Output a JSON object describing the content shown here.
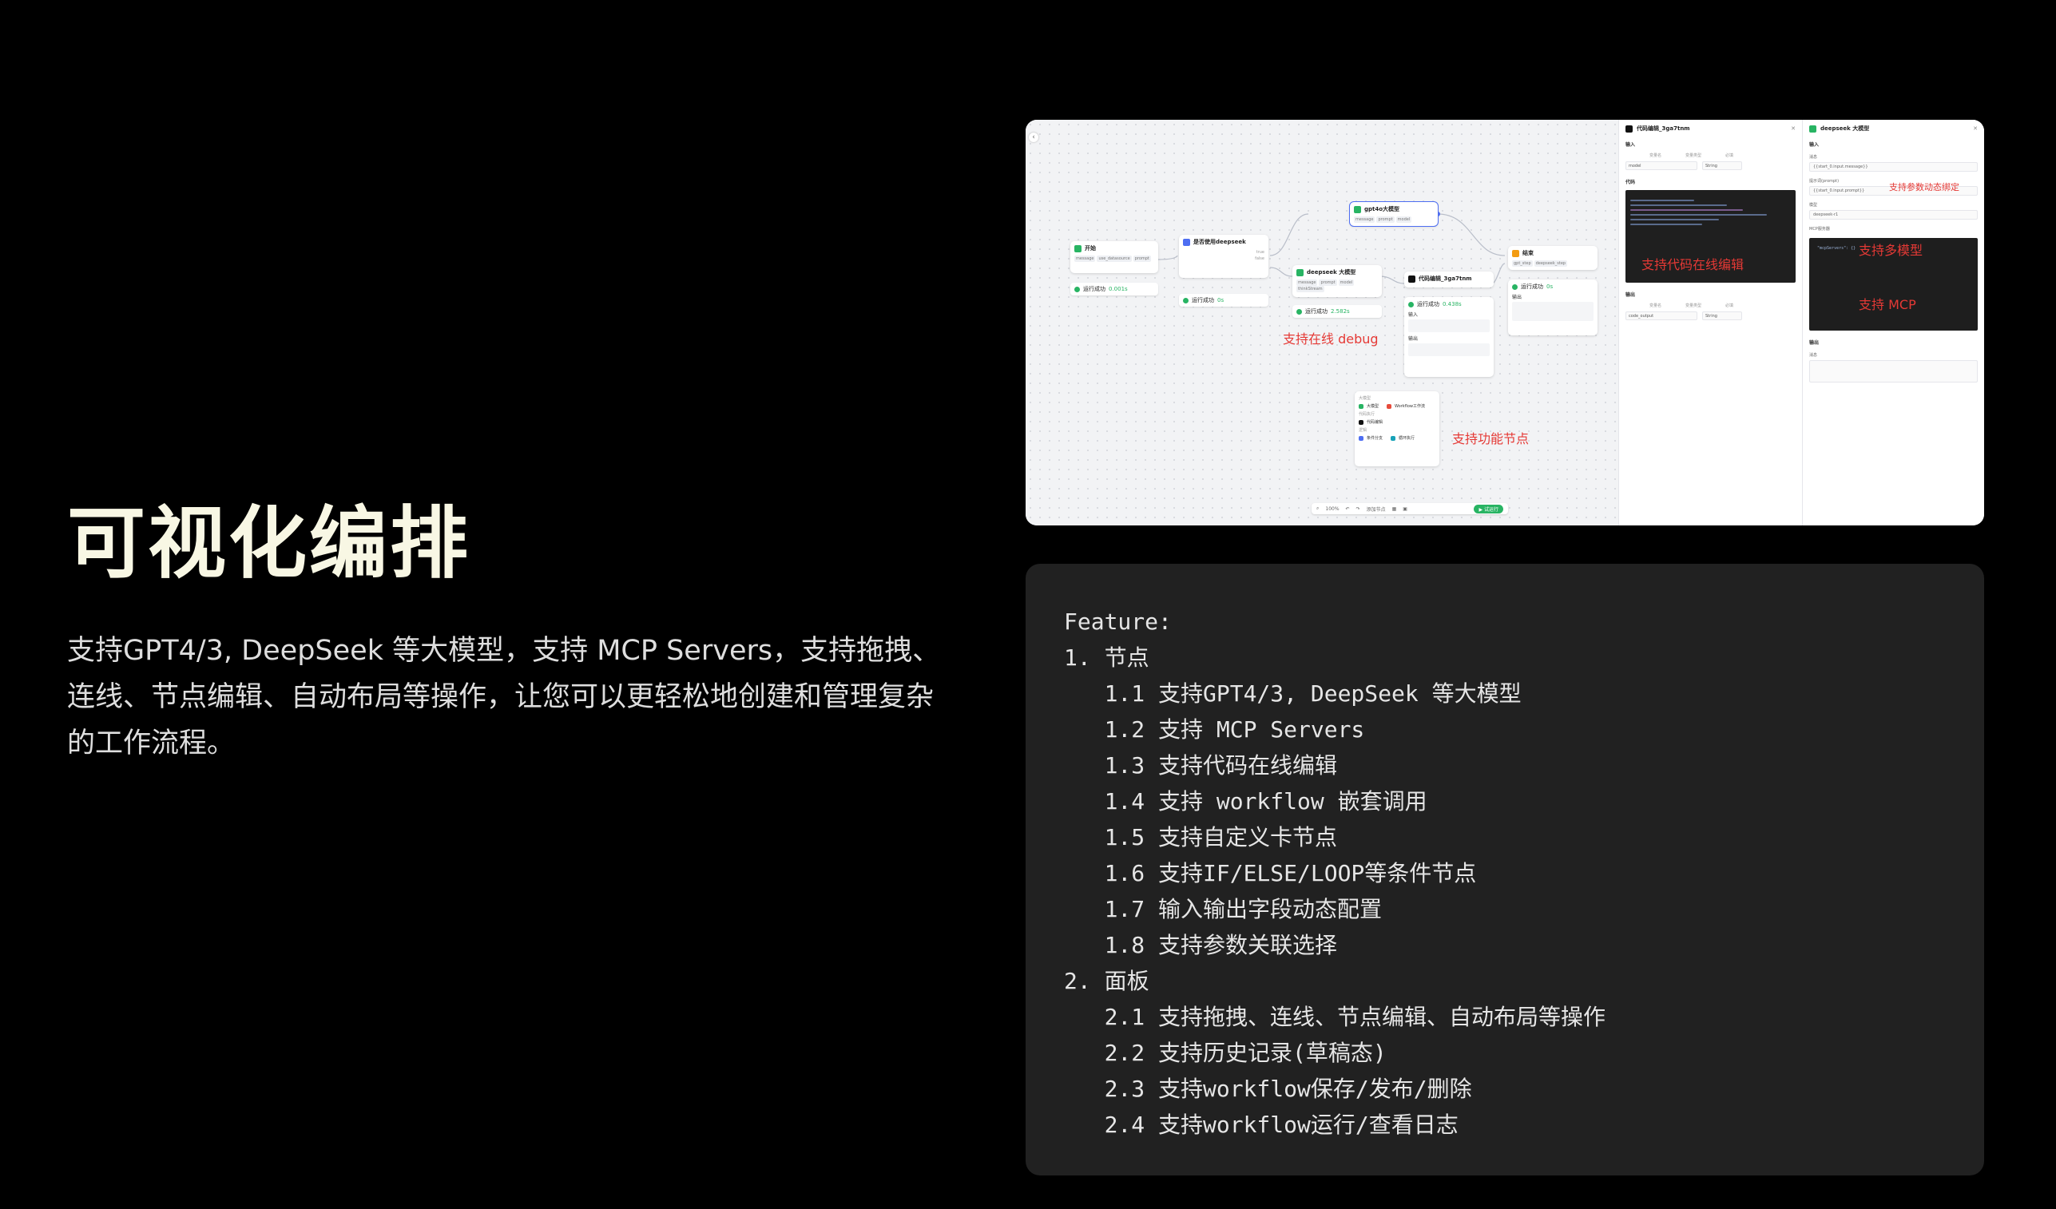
{
  "hero": {
    "title": "可视化编排",
    "description": "支持GPT4/3, DeepSeek 等大模型，支持 MCP Servers，支持拖拽、连线、节点编辑、自动布局等操作，让您可以更轻松地创建和管理复杂的工作流程。"
  },
  "screenshot": {
    "nodes": {
      "start": {
        "title": "开始",
        "tags": [
          "message",
          "use_datasource",
          "prompt"
        ],
        "run_label": "运行成功",
        "run_time": "0.001s"
      },
      "condition": {
        "title": "是否使用deepseek",
        "rows": [
          "true",
          "false"
        ],
        "run_label": "运行成功",
        "run_time": "0s"
      },
      "gpt": {
        "title": "gpt4o大模型",
        "tags": [
          "message",
          "prompt",
          "model"
        ]
      },
      "deepseek": {
        "title": "deepseek 大模型",
        "tags": [
          "message",
          "prompt",
          "model",
          "thinkStream"
        ],
        "run_label": "运行成功",
        "run_time": "2.582s"
      },
      "code": {
        "title": "代码编辑_3ga7tnm",
        "run_label": "运行成功",
        "run_time": "0.438s",
        "input_label": "输入",
        "output_label": "输出"
      },
      "end": {
        "title": "结束",
        "tags": [
          "gpt_step",
          "deepseek_step"
        ],
        "run_label": "运行成功",
        "run_time": "0s",
        "output_label": "输出"
      },
      "palette": {
        "section_model": "大模型",
        "item_llm": "大模型",
        "item_workflow": "Workflow工作流",
        "section_tool": "代码执行",
        "item_code": "代码编辑",
        "section_logic": "逻辑",
        "item_cond": "条件分支",
        "item_loop": "循环执行"
      }
    },
    "annotations": {
      "debug": "支持在线 debug",
      "function_nodes": "支持功能节点",
      "code_edit": "支持代码在线编辑",
      "multi_model": "支持多模型",
      "param_bind": "支持参数动态绑定",
      "mcp": "支持 MCP"
    },
    "toolbar": {
      "zoom": "100%",
      "add_node": "添加节点",
      "run": "试运行"
    },
    "code_panel": {
      "title": "代码编辑_3ga7tnm",
      "input_section": "输入",
      "code_section": "代码",
      "output_section": "输出",
      "col_name": "变量名",
      "col_type": "变量类型",
      "col_required": "必填",
      "input_var": "model",
      "input_type": "String",
      "output_var": "code_output",
      "output_type": "String"
    },
    "model_panel": {
      "title": "deepseek 大模型",
      "input_section": "输入",
      "message_label": "消息",
      "message_value": "{{start_0.input.message}}",
      "prompt_label": "提示词(prompt)",
      "prompt_value": "{{start_0.input.prompt}}",
      "model_label": "模型",
      "model_value": "deepseek-r1",
      "mcp_label": "MCP服务器",
      "mcp_code": "\"mcpServers\": {}",
      "output_section": "输出",
      "output_label": "消息"
    }
  },
  "feature": {
    "lines": [
      "Feature:",
      "1. 节点",
      "   1.1 支持GPT4/3, DeepSeek 等大模型",
      "   1.2 支持 MCP Servers",
      "   1.3 支持代码在线编辑",
      "   1.4 支持 workflow 嵌套调用",
      "   1.5 支持自定义卡节点",
      "   1.6 支持IF/ELSE/LOOP等条件节点",
      "   1.7 输入输出字段动态配置",
      "   1.8 支持参数关联选择",
      "2. 面板",
      "   2.1 支持拖拽、连线、节点编辑、自动布局等操作",
      "   2.2 支持历史记录(草稿态)",
      "   2.3 支持workflow保存/发布/删除",
      "   2.4 支持workflow运行/查看日志"
    ]
  },
  "colors": {
    "background": "#000000",
    "title": "#f8f7e4",
    "annotation": "#e53935",
    "card": "#212121",
    "success": "#28b463",
    "accent": "#4e6ef2"
  }
}
